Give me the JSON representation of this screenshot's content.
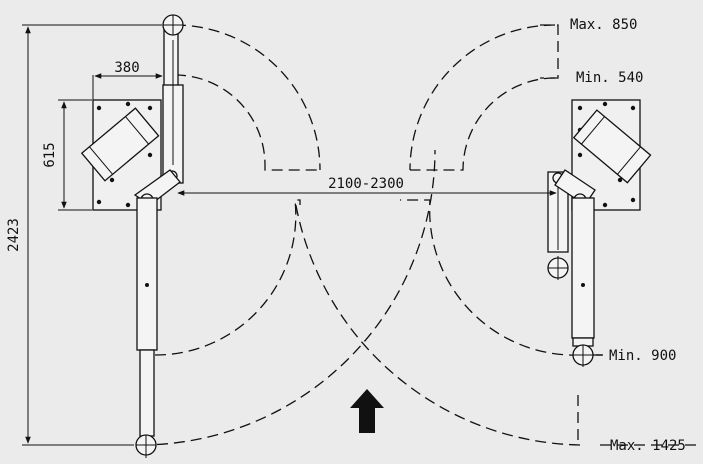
{
  "dimensions": {
    "arm_spread": "380",
    "plate_height": "615",
    "overall_length": "2423",
    "column_distance": "2100-2300"
  },
  "radius_labels": {
    "max_short": "Max. 850",
    "min_short": "Min. 540",
    "min_long": "Min. 900",
    "max_long": "Max. 1425"
  },
  "icons": {
    "direction": "up-arrow-icon"
  },
  "colors": {
    "background": "#ebebeb",
    "ink": "#111111"
  }
}
